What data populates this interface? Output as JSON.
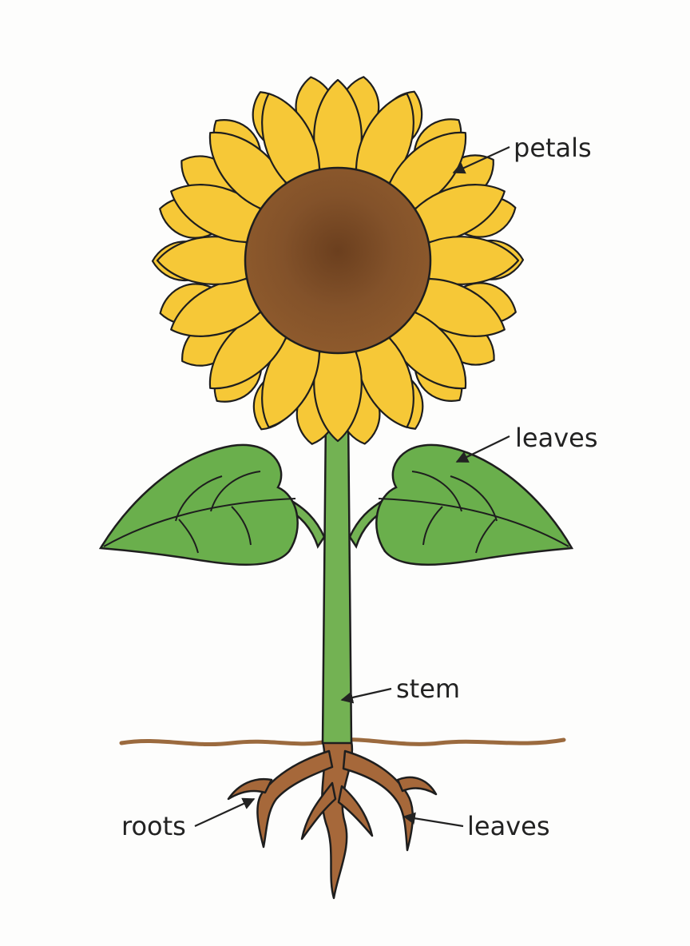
{
  "labels": {
    "petals": "petals",
    "leaves_top": "leaves",
    "stem": "stem",
    "roots": "roots",
    "leaves_bottom": "leaves"
  },
  "colors": {
    "petal": "#f6c837",
    "disk": "#8e5a2c",
    "disk_center": "#6b3f1e",
    "leaf": "#6aaf4c",
    "stem": "#73b253",
    "root": "#a6683a",
    "soil_line": "#9b6a3e",
    "outline": "#1e1e1e"
  }
}
